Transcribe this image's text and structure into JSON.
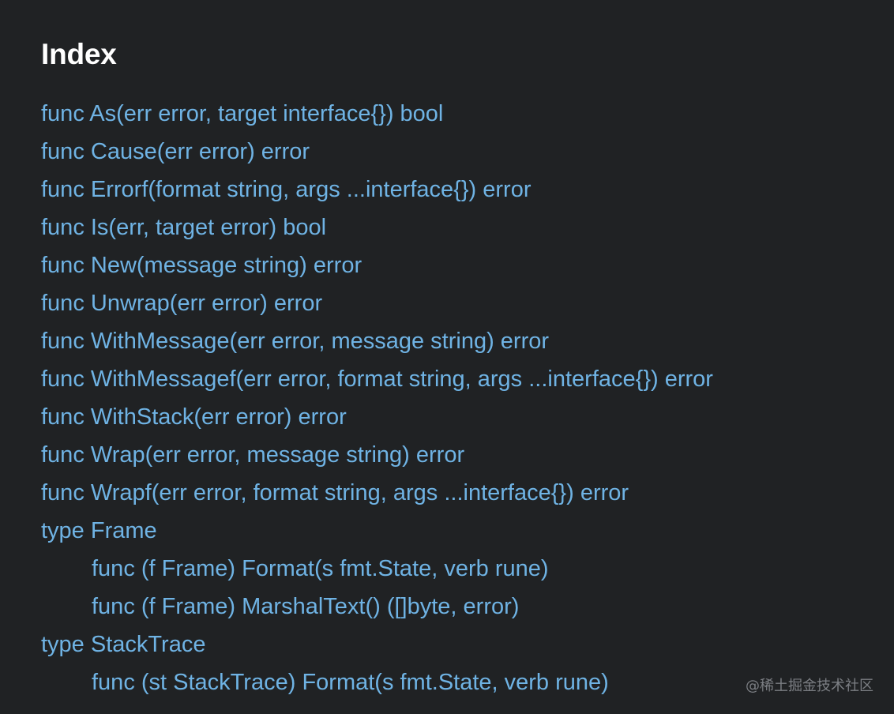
{
  "index": {
    "title": "Index",
    "items": [
      {
        "text": "func As(err error, target interface{}) bool"
      },
      {
        "text": "func Cause(err error) error"
      },
      {
        "text": "func Errorf(format string, args ...interface{}) error"
      },
      {
        "text": "func Is(err, target error) bool"
      },
      {
        "text": "func New(message string) error"
      },
      {
        "text": "func Unwrap(err error) error"
      },
      {
        "text": "func WithMessage(err error, message string) error"
      },
      {
        "text": "func WithMessagef(err error, format string, args ...interface{}) error"
      },
      {
        "text": "func WithStack(err error) error"
      },
      {
        "text": "func Wrap(err error, message string) error"
      },
      {
        "text": "func Wrapf(err error, format string, args ...interface{}) error"
      },
      {
        "text": "type Frame"
      },
      {
        "text": "func (f Frame) Format(s fmt.State, verb rune)"
      },
      {
        "text": "func (f Frame) MarshalText() ([]byte, error)"
      },
      {
        "text": "type StackTrace"
      },
      {
        "text": "func (st StackTrace) Format(s fmt.State, verb rune)"
      }
    ]
  },
  "watermark": "@稀土掘金技术社区",
  "colors": {
    "background": "#202224",
    "link": "#6fb3e4",
    "heading": "#ffffff",
    "watermark": "#7c7f84"
  }
}
